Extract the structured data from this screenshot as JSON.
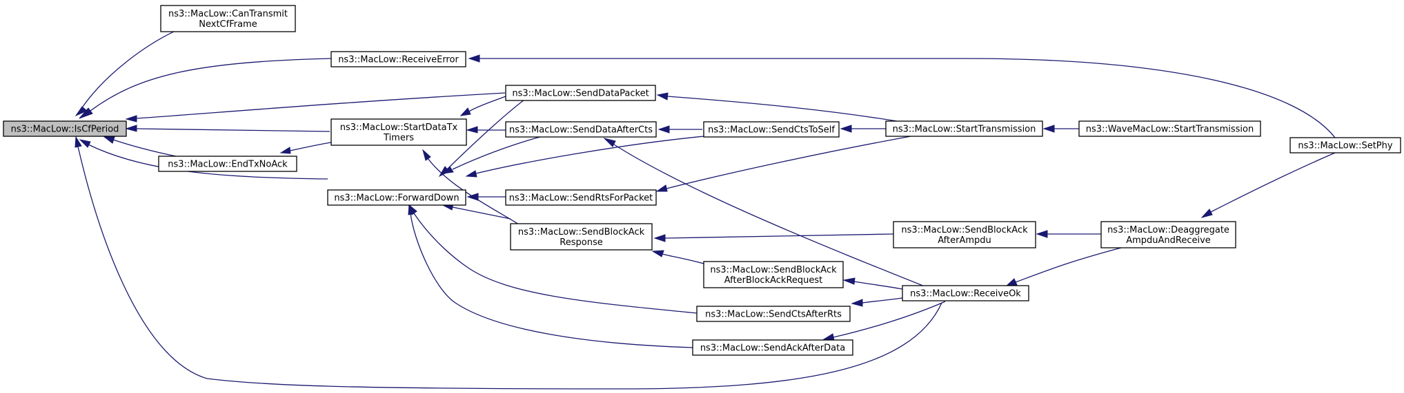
{
  "diagram": {
    "type": "caller-graph",
    "colors": {
      "edge": "#191970",
      "node_border": "#000000",
      "root_fill": "#bfbfbf",
      "node_fill": "#ffffff"
    },
    "nodes": [
      {
        "id": "iscf",
        "lines": [
          "ns3::MacLow::IsCfPeriod"
        ],
        "root": true
      },
      {
        "id": "cantx",
        "lines": [
          "ns3::MacLow::CanTransmit",
          "NextCfFrame"
        ]
      },
      {
        "id": "recverr",
        "lines": [
          "ns3::MacLow::ReceiveError"
        ]
      },
      {
        "id": "starttimers",
        "lines": [
          "ns3::MacLow::StartDataTx",
          "Timers"
        ]
      },
      {
        "id": "endtx",
        "lines": [
          "ns3::MacLow::EndTxNoAck"
        ]
      },
      {
        "id": "fwd",
        "lines": [
          "ns3::MacLow::ForwardDown"
        ]
      },
      {
        "id": "senddata",
        "lines": [
          "ns3::MacLow::SendDataPacket"
        ]
      },
      {
        "id": "sendafter",
        "lines": [
          "ns3::MacLow::SendDataAfterCts"
        ]
      },
      {
        "id": "rtspkt",
        "lines": [
          "ns3::MacLow::SendRtsForPacket"
        ]
      },
      {
        "id": "bar",
        "lines": [
          "ns3::MacLow::SendBlockAck",
          "Response"
        ]
      },
      {
        "id": "ctsself",
        "lines": [
          "ns3::MacLow::SendCtsToSelf"
        ]
      },
      {
        "id": "bakreq",
        "lines": [
          "ns3::MacLow::SendBlockAck",
          "AfterBlockAckRequest"
        ]
      },
      {
        "id": "ctsrts",
        "lines": [
          "ns3::MacLow::SendCtsAfterRts"
        ]
      },
      {
        "id": "ackdata",
        "lines": [
          "ns3::MacLow::SendAckAfterData"
        ]
      },
      {
        "id": "starttx",
        "lines": [
          "ns3::MacLow::StartTransmission"
        ]
      },
      {
        "id": "bakampdu",
        "lines": [
          "ns3::MacLow::SendBlockAck",
          "AfterAmpdu"
        ]
      },
      {
        "id": "recvok",
        "lines": [
          "ns3::MacLow::ReceiveOk"
        ]
      },
      {
        "id": "wavetx",
        "lines": [
          "ns3::WaveMacLow::StartTransmission"
        ]
      },
      {
        "id": "deagg",
        "lines": [
          "ns3::MacLow::Deaggregate",
          "AmpduAndReceive"
        ]
      },
      {
        "id": "setphy",
        "lines": [
          "ns3::MacLow::SetPhy"
        ]
      }
    ]
  }
}
